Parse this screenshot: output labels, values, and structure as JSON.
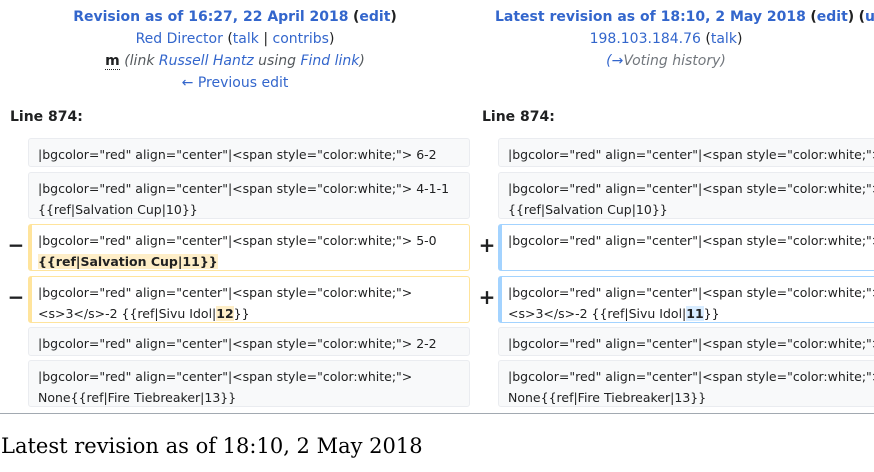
{
  "left_header": {
    "title": "Revision as of 16:27, 22 April 2018",
    "edit": "edit",
    "user": "Red Director",
    "talk": "talk",
    "contribs": "contribs",
    "minor": "m",
    "summary_prefix": "(link ",
    "summary_link1": "Russell Hantz",
    "summary_mid": " using ",
    "summary_link2": "Find link",
    "summary_suffix": ")",
    "prev": "← Previous edit"
  },
  "right_header": {
    "title": "Latest revision as of 18:10, 2 May 2018",
    "edit": "edit",
    "extra": "u",
    "user": "198.103.184.76",
    "talk": "talk",
    "summary_arrow": "(→",
    "summary_text": "Voting history",
    "summary_close": ")"
  },
  "line_label_left": "Line 874:",
  "line_label_right": "Line 874:",
  "rows": {
    "r1": "|bgcolor=\"red\" align=\"center\"|<span style=\"color:white;\"> 6-2",
    "r2a": "|bgcolor=\"red\" align=\"center\"|<span style=\"color:white;\"> 4-1-1",
    "r2b": "{{ref|Salvation Cup|10}}",
    "r3_left_a": "|bgcolor=\"red\" align=\"center\"|<span style=\"color:white;\"> 5-0",
    "r3_left_hl": "{{ref|Salvation Cup|11}}",
    "r3_right": "|bgcolor=\"red\" align=\"center\"|<span style=\"color:white;\">",
    "r4a": "|bgcolor=\"red\" align=\"center\"|<span style=\"color:white;\">",
    "r4b_pre": "<s>3</s>-2 {{ref|Sivu Idol|",
    "r4b_left_hl": "12",
    "r4b_right_hl": "11",
    "r4b_post": "}}",
    "r5": "|bgcolor=\"red\" align=\"center\"|<span style=\"color:white;\"> 2-2",
    "r6a": "|bgcolor=\"red\" align=\"center\"|<span style=\"color:white;\">",
    "r6b": "None{{ref|Fire Tiebreaker|13}}"
  },
  "markers": {
    "minus": "−",
    "plus": "+"
  },
  "bottom_heading": "Latest revision as of 18:10, 2 May 2018"
}
